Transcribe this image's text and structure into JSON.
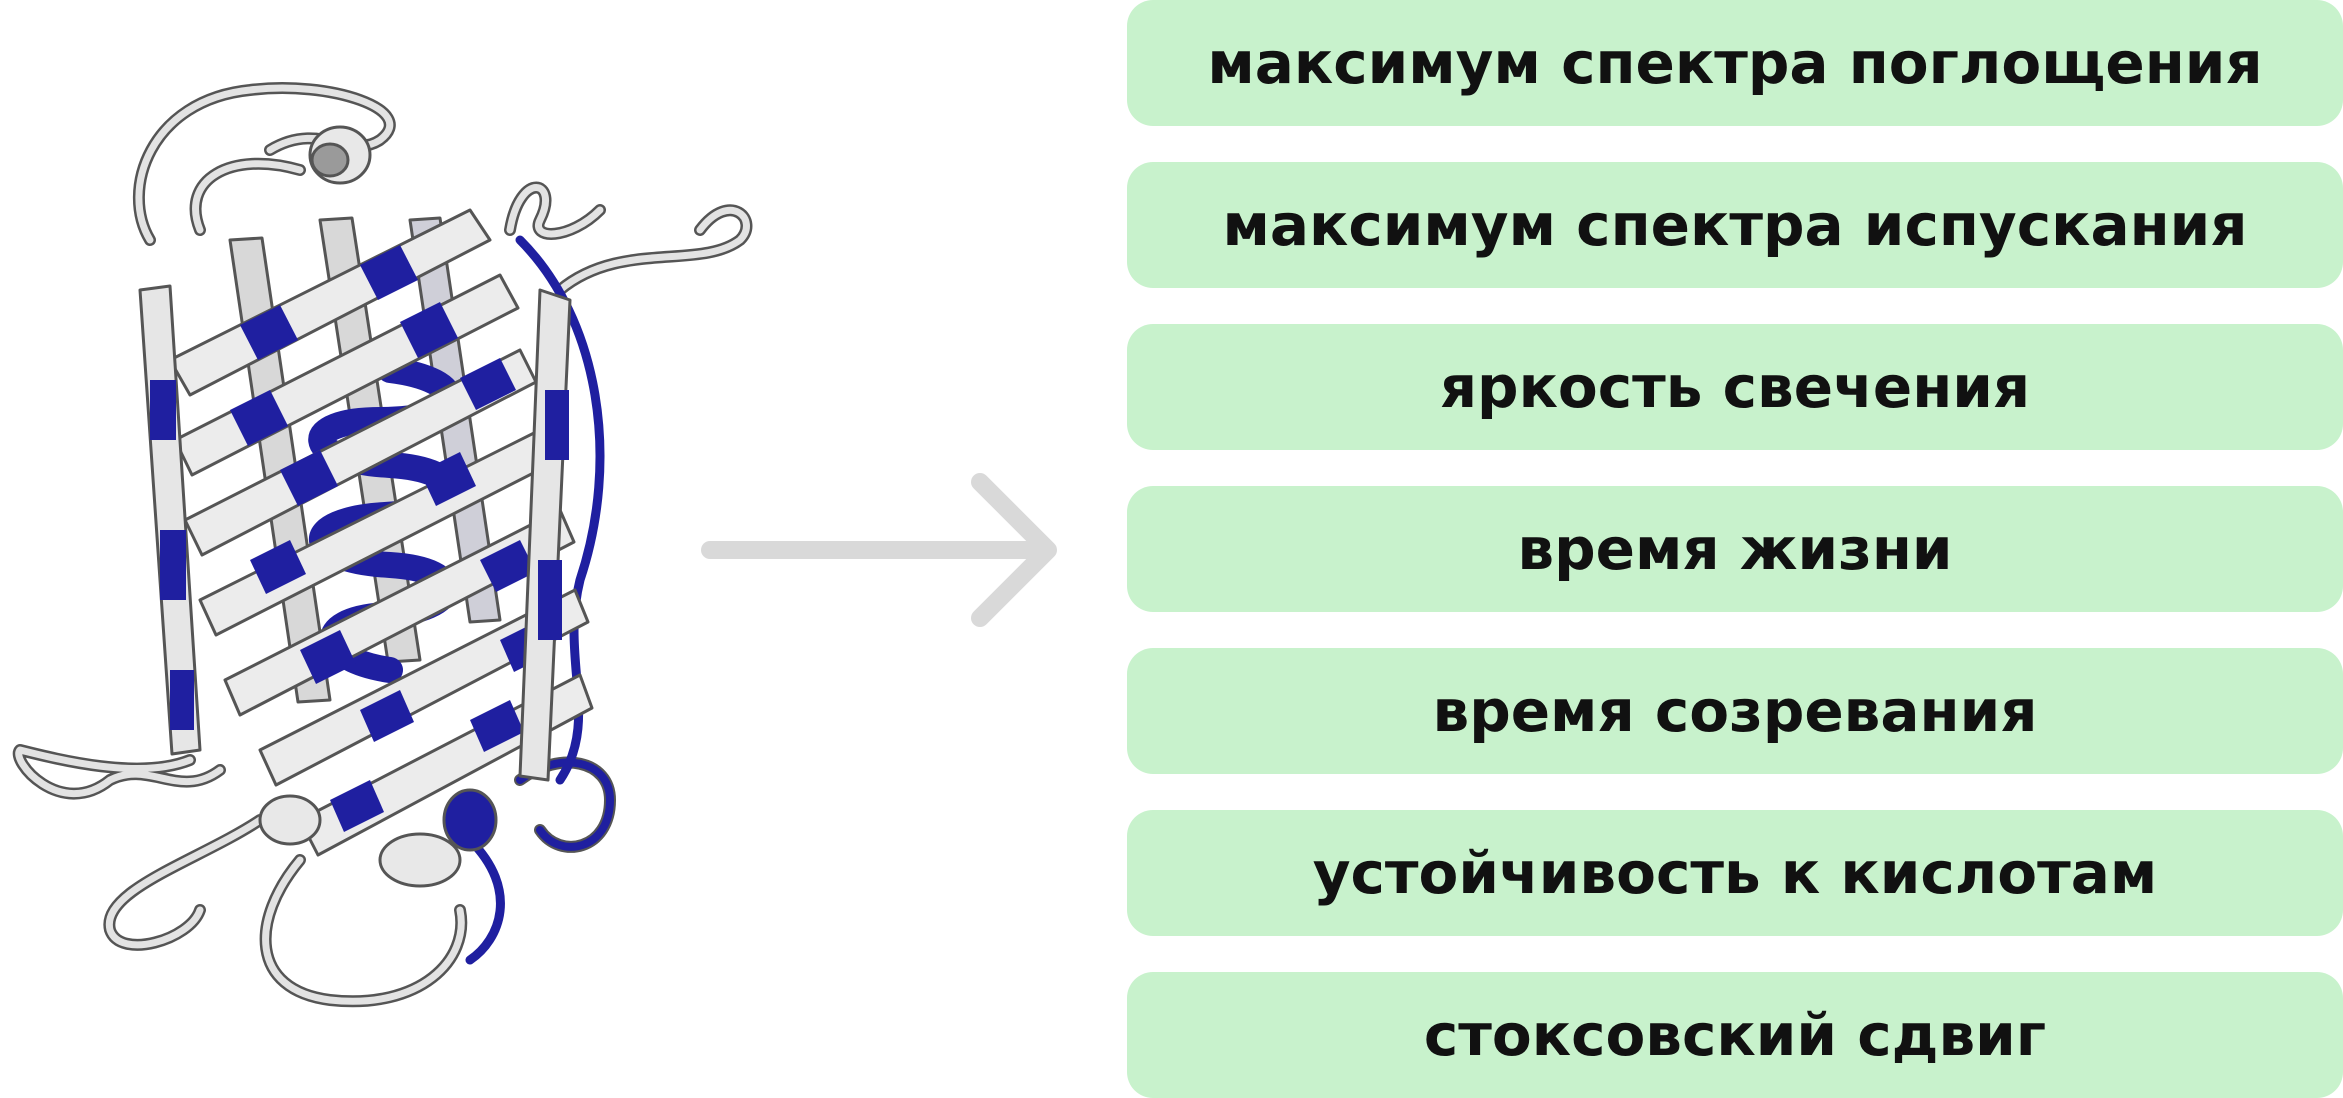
{
  "illustration": {
    "icon": "protein-beta-barrel-ribbon-icon",
    "colors": {
      "strand_light": "#e7e7e7",
      "strand_dark": "#1f1fa0",
      "outline": "#555555"
    }
  },
  "arrow": {
    "icon": "arrow-right-icon",
    "color": "#d9d9d9"
  },
  "properties": {
    "box_color": "#c8f2cc",
    "items": [
      "максимум спектра поглощения",
      "максимум спектра испускания",
      "яркость свечения",
      "время жизни",
      "время созревания",
      "устойчивость к кислотам",
      "стоксовский сдвиг"
    ]
  }
}
